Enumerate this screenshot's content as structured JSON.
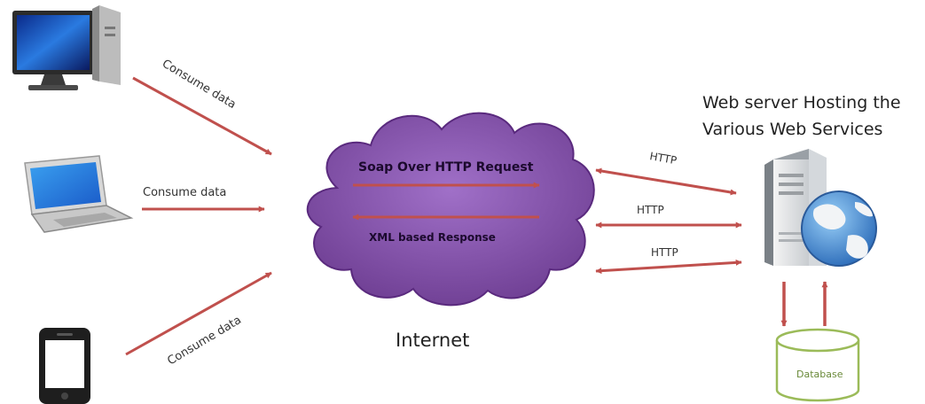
{
  "clients": {
    "desktop_label": "Consume data",
    "laptop_label": "Consume data",
    "phone_label": "Consume data"
  },
  "cloud": {
    "request_label": "Soap Over  HTTP Request",
    "response_label": "XML based Response",
    "caption": "Internet"
  },
  "links": {
    "http_1": "HTTP",
    "http_2": "HTTP",
    "http_3": "HTTP"
  },
  "server": {
    "title_line1": "Web server Hosting the",
    "title_line2": "Various Web Services"
  },
  "database": {
    "label": "Database"
  },
  "colors": {
    "arrow": "#c0504d",
    "cloud": "#7a4a9c",
    "database_stroke": "#9bbb59"
  }
}
